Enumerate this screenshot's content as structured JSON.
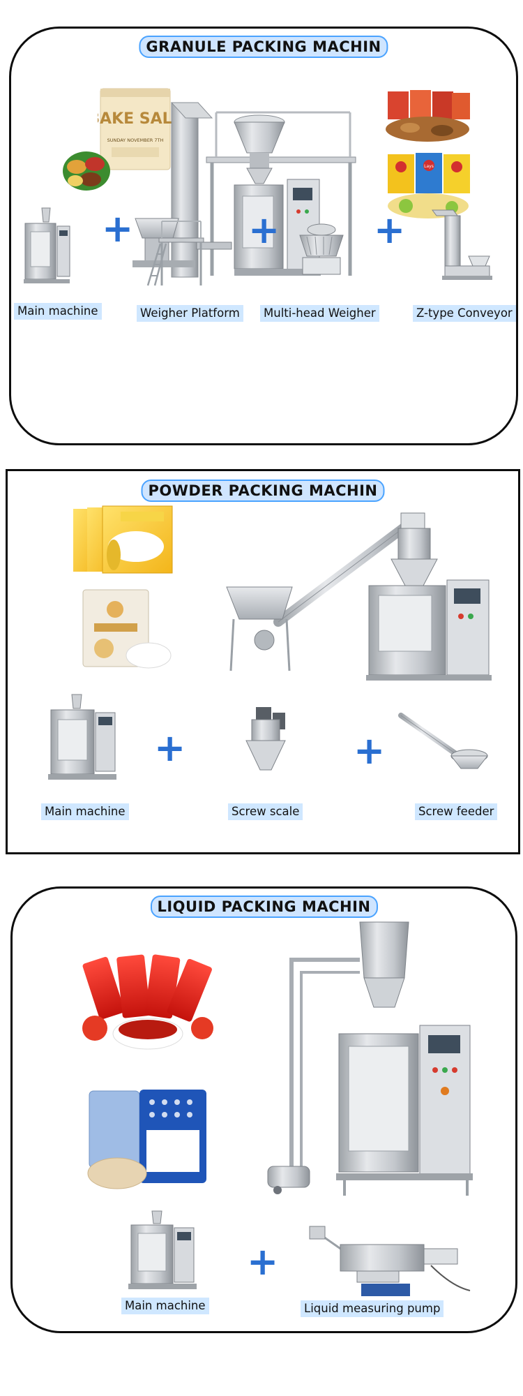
{
  "sections": {
    "granule": {
      "title": "GRANULE PACKING MACHIN",
      "labels": [
        "Main machine",
        "Weigher Platform",
        "Multi-head Weigher",
        "Z-type Conveyor"
      ],
      "product_text": {
        "bag_title": "BAKE SALE",
        "bag_date": "SUNDAY NOVEMBER 7TH",
        "chip_brand": "Lays"
      },
      "plus_sign": "+"
    },
    "powder": {
      "title": "POWDER PACKING MACHIN",
      "labels": [
        "Main machine",
        "Screw scale",
        "Screw feeder"
      ],
      "plus_sign": "+"
    },
    "liquid": {
      "title": "LIQUID PACKING MACHIN",
      "labels": [
        "Main machine",
        "Liquid measuring pump"
      ],
      "plus_sign": "+"
    }
  },
  "colors": {
    "title_bg": "#cfe5ff",
    "title_border": "#4aa3ff",
    "label_bg": "#cfe7ff",
    "plus": "#2a6fd1",
    "panel_border": "#0d0d0d",
    "steel": "#c9cdd2"
  }
}
